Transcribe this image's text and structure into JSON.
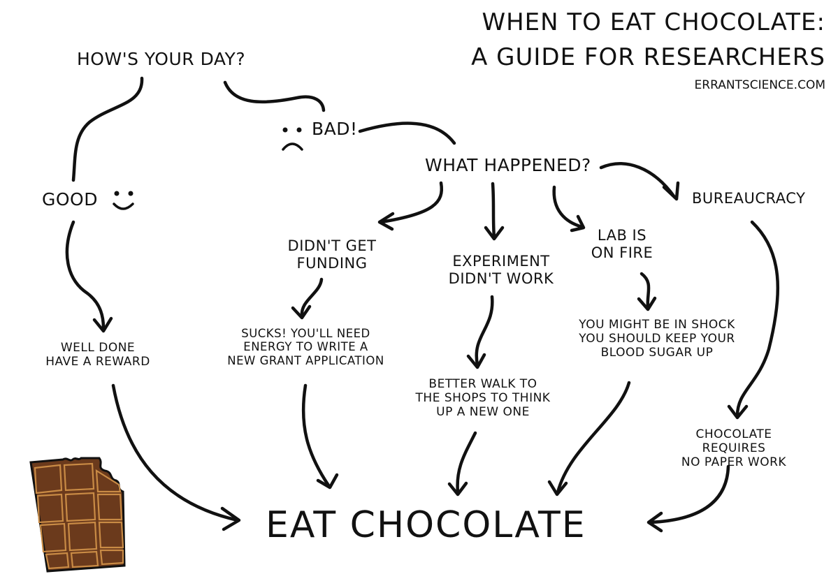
{
  "title": {
    "line1": "When to eat chocolate:",
    "line2": "A guide for researchers",
    "credit": "ErrantScience.com"
  },
  "nodes": {
    "start": "How's your day?",
    "good": "Good",
    "bad": "Bad!",
    "what_happened": "What happened?",
    "well_done": "Well done\nhave a reward",
    "no_funding": "Didn't get\nfunding",
    "no_funding_advice": "Sucks! You'll need\nenergy to write a\nnew grant application",
    "experiment": "Experiment\ndidn't work",
    "experiment_advice": "Better walk to\nthe shops to think\nup a new one",
    "fire": "Lab is\non fire",
    "fire_advice": "You might be in shock\nyou should keep your\nblood sugar up",
    "bureaucracy": "Bureaucracy",
    "bureaucracy_advice": "Chocolate requires\nno paper work",
    "eat": "Eat chocolate"
  },
  "icons": {
    "happy": "smiley-face-icon",
    "sad": "sad-face-icon",
    "chocolate": "chocolate-bar-icon"
  },
  "colors": {
    "ink": "#111111",
    "chocolate": "#6b3a1c",
    "chocolate_light": "#8a5228",
    "chocolate_line": "#c98b45"
  }
}
